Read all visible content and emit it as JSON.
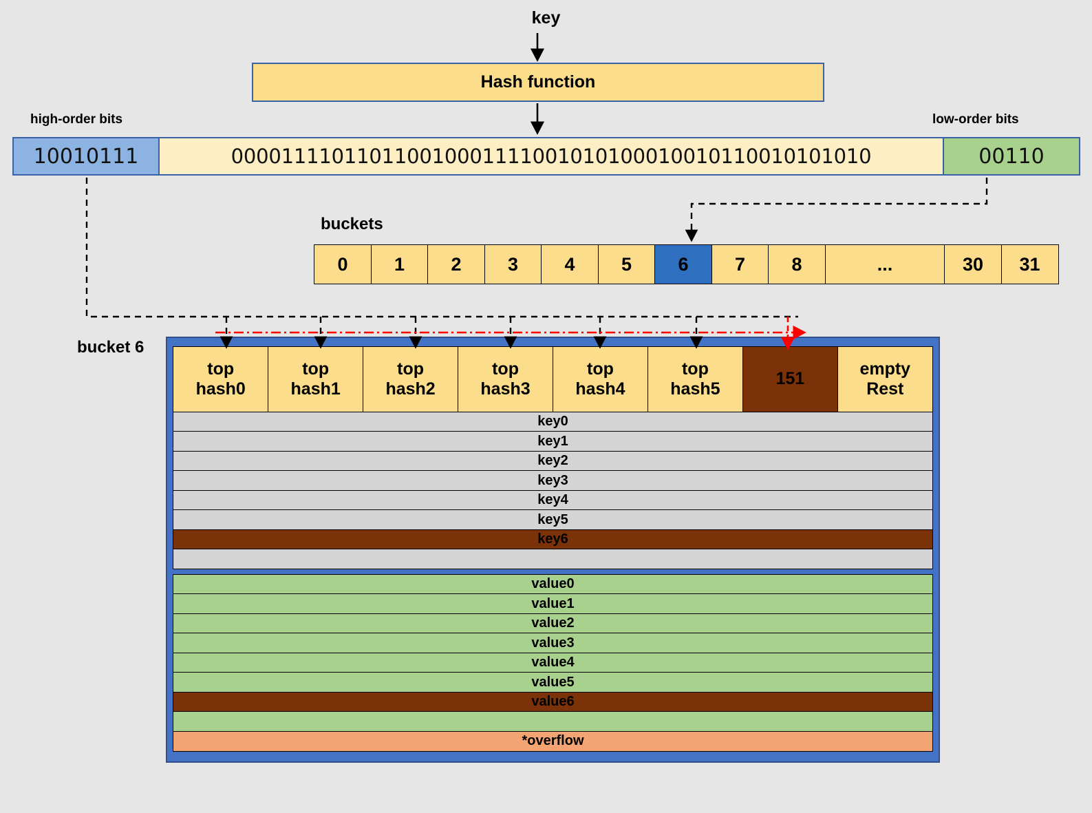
{
  "diagram": {
    "key_label": "key",
    "hash_function_label": "Hash function",
    "high_order_label": "high-order bits",
    "low_order_label": "low-order bits",
    "buckets_label": "buckets",
    "bucket6_label": "bucket 6"
  },
  "hash_bits": {
    "high_order": "10010111",
    "middle": "000011110110110010001111001010100010010110010101010",
    "low_order": "00110"
  },
  "buckets": [
    {
      "label": "0",
      "active": false,
      "wide": false
    },
    {
      "label": "1",
      "active": false,
      "wide": false
    },
    {
      "label": "2",
      "active": false,
      "wide": false
    },
    {
      "label": "3",
      "active": false,
      "wide": false
    },
    {
      "label": "4",
      "active": false,
      "wide": false
    },
    {
      "label": "5",
      "active": false,
      "wide": false
    },
    {
      "label": "6",
      "active": true,
      "wide": false
    },
    {
      "label": "7",
      "active": false,
      "wide": false
    },
    {
      "label": "8",
      "active": false,
      "wide": false
    },
    {
      "label": "...",
      "active": false,
      "wide": true
    },
    {
      "label": "30",
      "active": false,
      "wide": false
    },
    {
      "label": "31",
      "active": false,
      "wide": false
    }
  ],
  "tophash_cells": [
    {
      "line1": "top",
      "line2": "hash0",
      "highlight": false
    },
    {
      "line1": "top",
      "line2": "hash1",
      "highlight": false
    },
    {
      "line1": "top",
      "line2": "hash2",
      "highlight": false
    },
    {
      "line1": "top",
      "line2": "hash3",
      "highlight": false
    },
    {
      "line1": "top",
      "line2": "hash4",
      "highlight": false
    },
    {
      "line1": "top",
      "line2": "hash5",
      "highlight": false
    },
    {
      "line1": "",
      "line2": "151",
      "highlight": true
    },
    {
      "line1": "empty",
      "line2": "Rest",
      "highlight": false
    }
  ],
  "key_rows": [
    {
      "label": "key0",
      "highlight": false
    },
    {
      "label": "key1",
      "highlight": false
    },
    {
      "label": "key2",
      "highlight": false
    },
    {
      "label": "key3",
      "highlight": false
    },
    {
      "label": "key4",
      "highlight": false
    },
    {
      "label": "key5",
      "highlight": false
    },
    {
      "label": "key6",
      "highlight": true
    },
    {
      "label": "",
      "highlight": false
    }
  ],
  "value_rows": [
    {
      "label": "value0",
      "highlight": false
    },
    {
      "label": "value1",
      "highlight": false
    },
    {
      "label": "value2",
      "highlight": false
    },
    {
      "label": "value3",
      "highlight": false
    },
    {
      "label": "value4",
      "highlight": false
    },
    {
      "label": "value5",
      "highlight": false
    },
    {
      "label": "value6",
      "highlight": true
    },
    {
      "label": "",
      "highlight": false
    }
  ],
  "overflow_row": {
    "label": "*overflow"
  },
  "colors": {
    "background": "#e6e6e6",
    "yellow": "#fbdd8b",
    "pale_yellow": "#fdeec4",
    "blue": "#2f6fc0",
    "light_blue": "#8db3e2",
    "frame_blue": "#4472c4",
    "green": "#a9d18e",
    "gray_row": "#d4d4d4",
    "brown": "#7b3209",
    "orange": "#f3a473",
    "red_accent": "#ff0000"
  }
}
